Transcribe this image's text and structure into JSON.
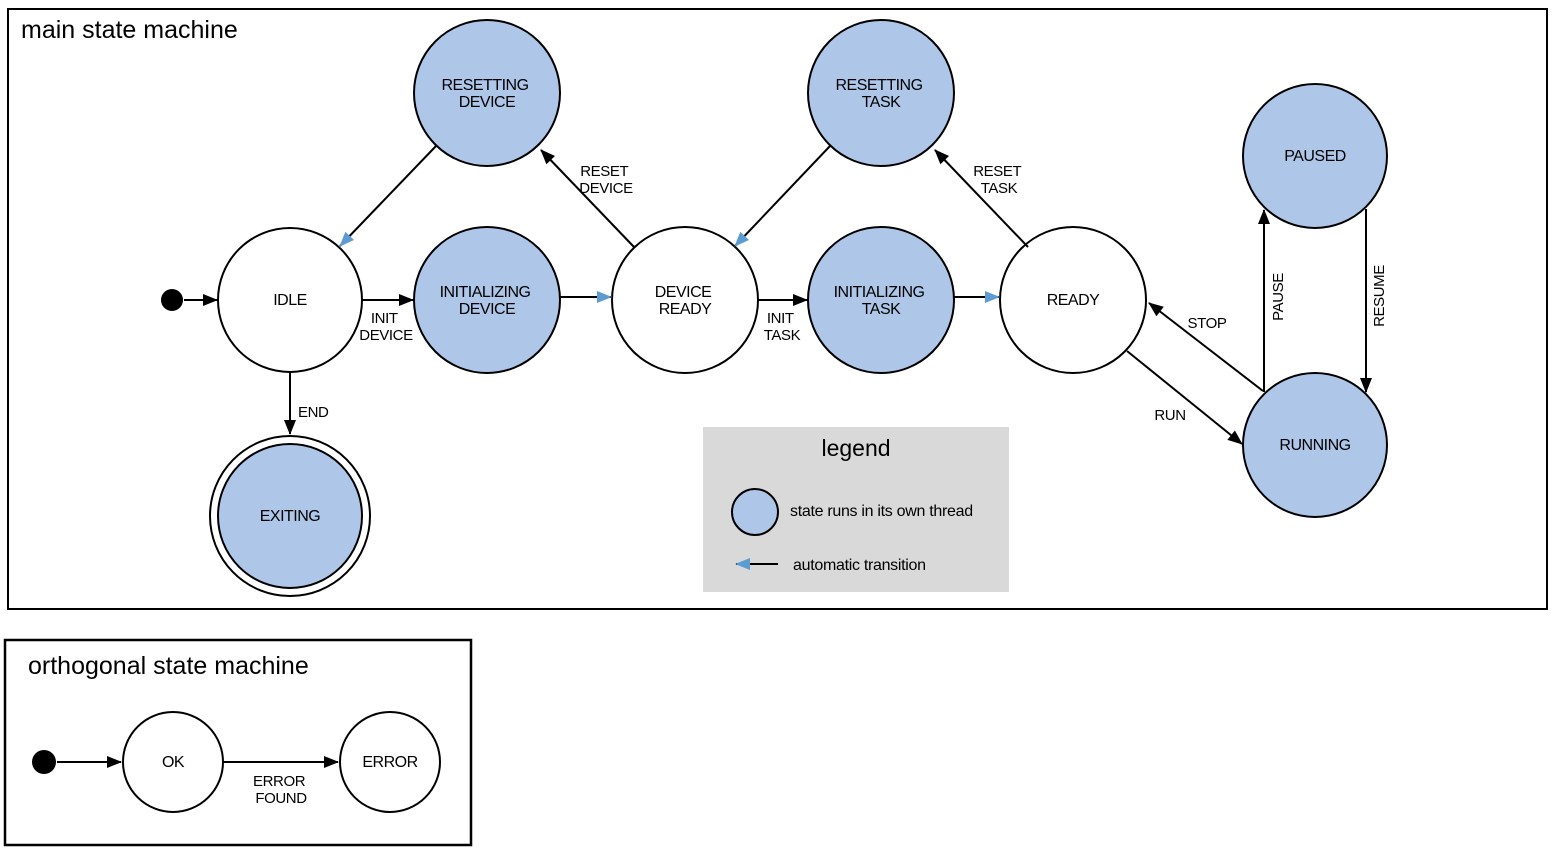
{
  "colors": {
    "threaded_state_fill": "#aec6e8",
    "automatic_transition": "#5d9bd3",
    "legend_background": "#d9d9d9",
    "line_black": "#000000"
  },
  "main_machine": {
    "title": "main state machine",
    "states": {
      "idle": {
        "label": "IDLE",
        "threaded": false
      },
      "resetting_device": {
        "lines": [
          "RESETTING",
          "DEVICE"
        ],
        "threaded": true
      },
      "initializing_device": {
        "lines": [
          "INITIALIZING",
          "DEVICE"
        ],
        "threaded": true
      },
      "device_ready": {
        "lines": [
          "DEVICE",
          "READY"
        ],
        "threaded": false
      },
      "resetting_task": {
        "lines": [
          "RESETTING",
          "TASK"
        ],
        "threaded": true
      },
      "initializing_task": {
        "lines": [
          "INITIALIZING",
          "TASK"
        ],
        "threaded": true
      },
      "ready": {
        "label": "READY",
        "threaded": false
      },
      "paused": {
        "label": "PAUSED",
        "threaded": true
      },
      "running": {
        "label": "RUNNING",
        "threaded": true
      },
      "exiting": {
        "label": "EXITING",
        "threaded": true,
        "final": true
      }
    },
    "transitions": {
      "start": {
        "from": "initial",
        "to": "idle"
      },
      "init_device": {
        "from": "idle",
        "to": "initializing_device",
        "lines": [
          "INIT",
          "DEVICE"
        ]
      },
      "initializing_device_done": {
        "from": "initializing_device",
        "to": "device_ready",
        "automatic": true
      },
      "reset_device": {
        "from": "device_ready",
        "to": "resetting_device",
        "lines": [
          "RESET",
          "DEVICE"
        ]
      },
      "resetting_device_done": {
        "from": "resetting_device",
        "to": "idle",
        "automatic": true
      },
      "init_task": {
        "from": "device_ready",
        "to": "initializing_task",
        "lines": [
          "INIT",
          "TASK"
        ]
      },
      "initializing_task_done": {
        "from": "initializing_task",
        "to": "ready",
        "automatic": true
      },
      "reset_task": {
        "from": "ready",
        "to": "resetting_task",
        "lines": [
          "RESET",
          "TASK"
        ]
      },
      "resetting_task_done": {
        "from": "resetting_task",
        "to": "device_ready",
        "automatic": true
      },
      "run": {
        "from": "ready",
        "to": "running",
        "label": "RUN"
      },
      "stop": {
        "from": "running",
        "to": "ready",
        "label": "STOP"
      },
      "pause": {
        "from": "running",
        "to": "paused",
        "label": "PAUSE"
      },
      "resume": {
        "from": "paused",
        "to": "running",
        "label": "RESUME"
      },
      "end": {
        "from": "idle",
        "to": "exiting",
        "label": "END"
      }
    }
  },
  "legend": {
    "title": "legend",
    "threaded_state_label": "state runs in its own thread",
    "automatic_transition_label": "automatic transition"
  },
  "orthogonal_machine": {
    "title": "orthogonal state machine",
    "states": {
      "ok": {
        "label": "OK"
      },
      "error": {
        "label": "ERROR"
      }
    },
    "transitions": {
      "start": {
        "from": "initial",
        "to": "ok"
      },
      "error_found": {
        "from": "ok",
        "to": "error",
        "lines": [
          "ERROR",
          "FOUND"
        ]
      }
    }
  }
}
